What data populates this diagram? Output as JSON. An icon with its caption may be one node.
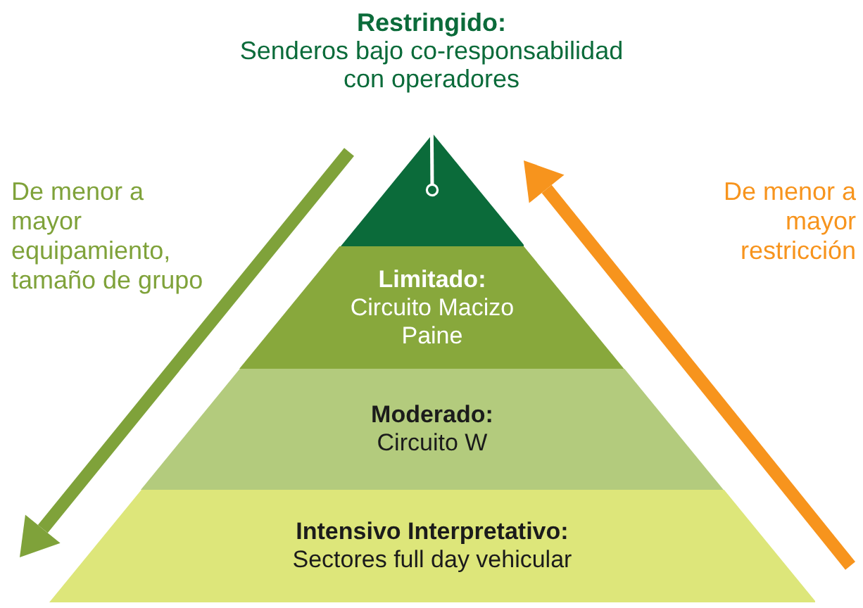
{
  "diagram": {
    "nodes": [
      {
        "text": [
          "Restringido:",
          "Senderos bajo co-responsabilidad con operadores"
        ]
      },
      {
        "text": [],
        "shape": "triangle"
      },
      {
        "text": [
          "Limitado:",
          "Circuito Macizo Paine"
        ]
      },
      {
        "text": [
          "Moderado:",
          "Circuito W"
        ]
      },
      {
        "text": [
          "Intensivo Interpretativo:",
          "Sectores full day vehicular"
        ]
      }
    ],
    "edges": [
      {
        "from": 0,
        "to": 1,
        "arrow": "other"
      }
    ],
    "labels": [
      "De menor a mayor equipamiento, tamaño de grupo",
      "De menor a mayor restricción"
    ]
  }
}
